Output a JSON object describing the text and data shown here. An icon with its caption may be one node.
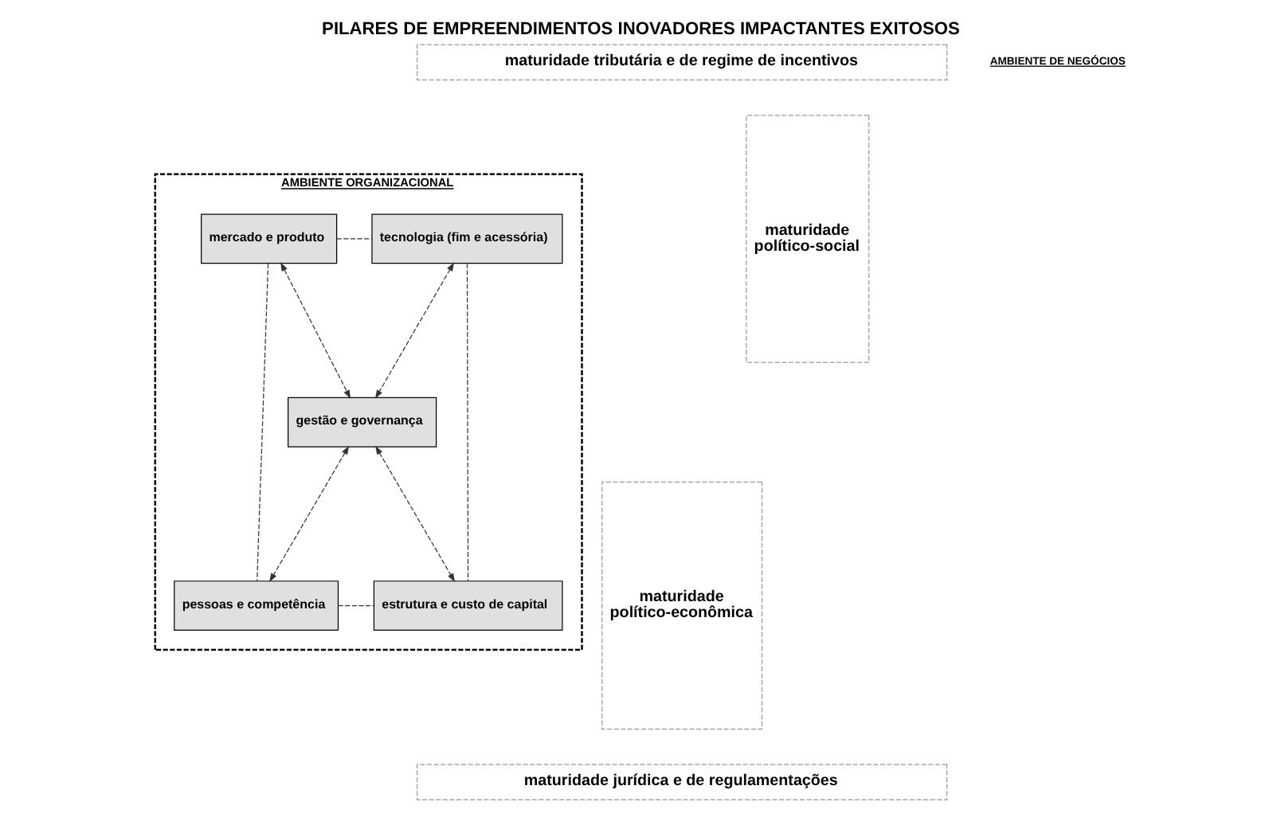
{
  "diagram": {
    "title": "PILARES DE EMPREENDIMENTOS INOVADORES IMPACTANTES EXITOSOS",
    "nodes": [
      {
        "text": [
          "maturidade tributária e de regime de incentivos"
        ]
      },
      {
        "text": [
          "maturidade político-econômica"
        ]
      },
      {
        "text": [
          "AMBIENTE ORGANIZACIONAL"
        ]
      },
      {
        "text": [
          "mercado e produto"
        ],
        "in": 2
      },
      {
        "text": [
          "tecnologia (fim e acessória)"
        ],
        "in": 2
      },
      {
        "text": [
          "gestão e governança"
        ],
        "in": 2
      },
      {
        "text": [
          "pessoas e competência"
        ],
        "in": 2
      },
      {
        "text": [
          "estrutura e custo de capital"
        ],
        "in": 2
      },
      {
        "text": [
          "maturidade político-social"
        ]
      },
      {
        "text": [
          "maturidade jurídica e de regulamentações"
        ]
      }
    ],
    "edges": [
      {
        "from": 3,
        "to": 5,
        "arrow": "both",
        "style": "dashed"
      },
      {
        "from": 4,
        "to": 5,
        "arrow": "both",
        "style": "dashed"
      },
      {
        "from": 5,
        "to": 7,
        "arrow": "both",
        "style": "dashed"
      },
      {
        "from": 5,
        "to": 6,
        "arrow": "both",
        "style": "dashed"
      },
      {
        "from": 3,
        "to": 4,
        "arrow": "none",
        "style": "dashed"
      },
      {
        "from": 4,
        "to": 7,
        "arrow": "none",
        "style": "dashed"
      },
      {
        "from": 6,
        "to": 7,
        "arrow": "none",
        "style": "dashed"
      },
      {
        "from": 3,
        "to": 6,
        "arrow": "none",
        "style": "dashed"
      }
    ],
    "labels": [
      "AMBIENTE DE NEGÓCIOS"
    ]
  }
}
